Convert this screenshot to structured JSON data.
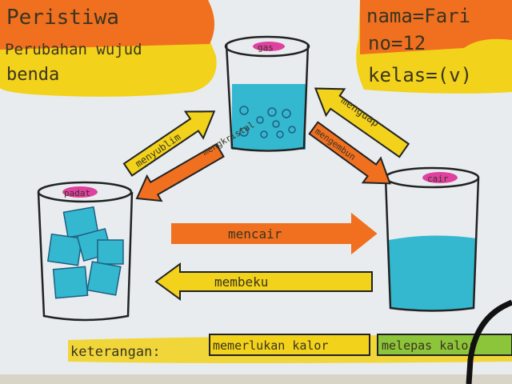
{
  "title": {
    "line1": "Peristiwa",
    "line2": "Perubahan wujud",
    "line3": "benda"
  },
  "info": {
    "name": "nama=Fari",
    "number": "no=12",
    "class": "kelas=(v)"
  },
  "states": {
    "gas": "gas",
    "solid": "padat",
    "liquid": "cair"
  },
  "processes": {
    "sublimation": "menyublim",
    "deposition": "mengkristal",
    "evaporation": "menguap",
    "condensation": "mengembun",
    "melting": "mencair",
    "freezing": "membeku"
  },
  "legend": {
    "label": "keterangan:",
    "needs_heat": "memerlukan kalor",
    "releases_heat": "melepas kalor"
  },
  "colors": {
    "orange": "#f07020",
    "yellow": "#f2d21a",
    "blue": "#33b8d0",
    "green": "#8cc43a",
    "pink": "#e040a0"
  }
}
